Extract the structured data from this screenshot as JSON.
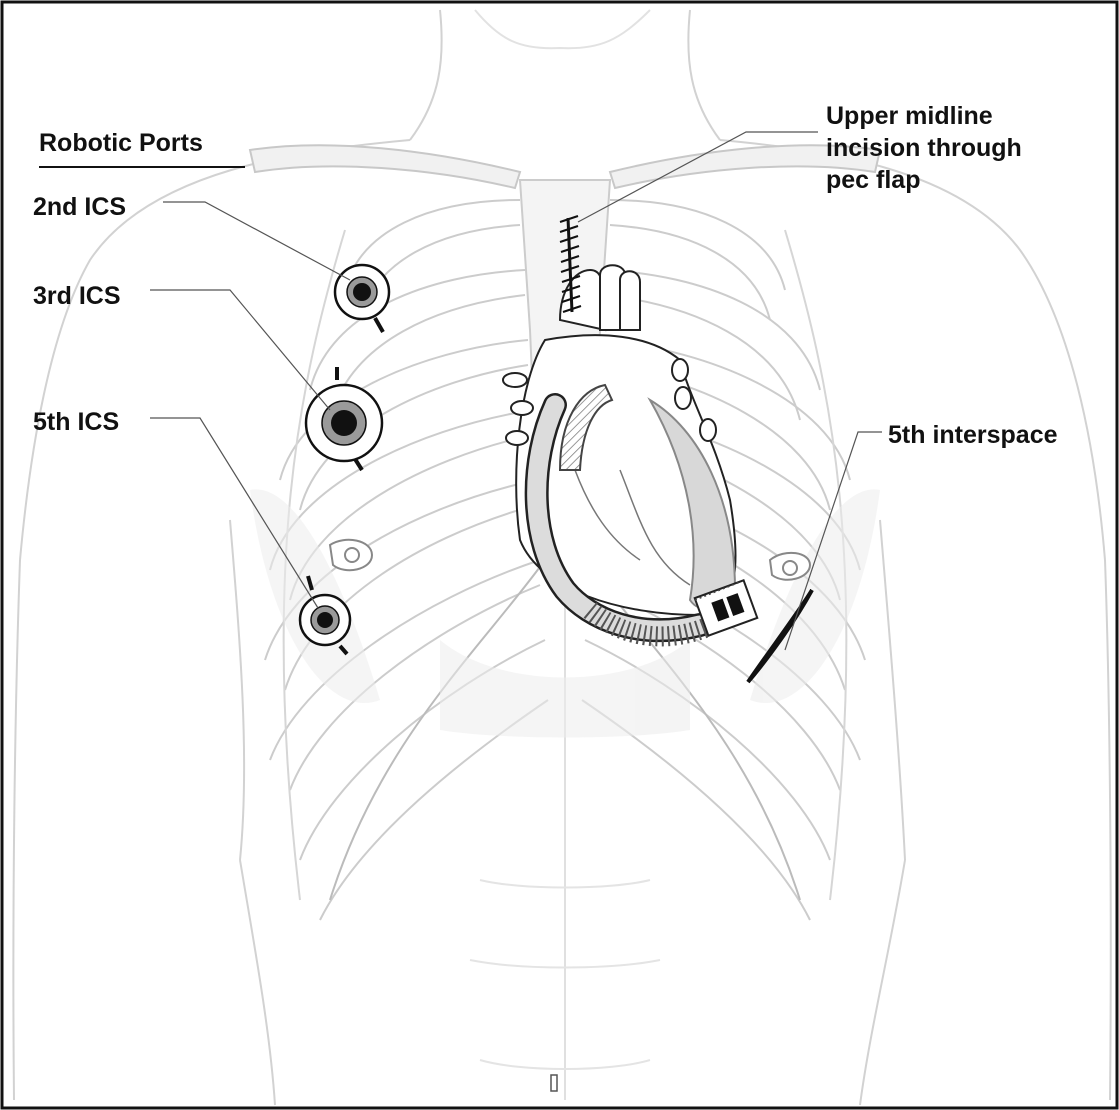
{
  "figure": {
    "port_group_title": "Robotic Ports",
    "labels": {
      "ics_2nd": "2nd ICS",
      "ics_3rd": "3rd ICS",
      "ics_5th": "5th ICS",
      "upper_midline": [
        "Upper midline",
        "incision through",
        "pec flap"
      ],
      "fifth_interspace": "5th interspace"
    },
    "colors": {
      "outline": "#111111",
      "anatomy_line": "#c8c8c8",
      "anatomy_fill": "#f3f3f3",
      "port_ring": "#9a9a9a"
    },
    "elements": [
      "torso-outline",
      "ribcage",
      "heart",
      "lvad-outflow-graft",
      "lvad-pump",
      "robotic-port",
      "midline-incision",
      "fifth-interspace-incision"
    ]
  }
}
